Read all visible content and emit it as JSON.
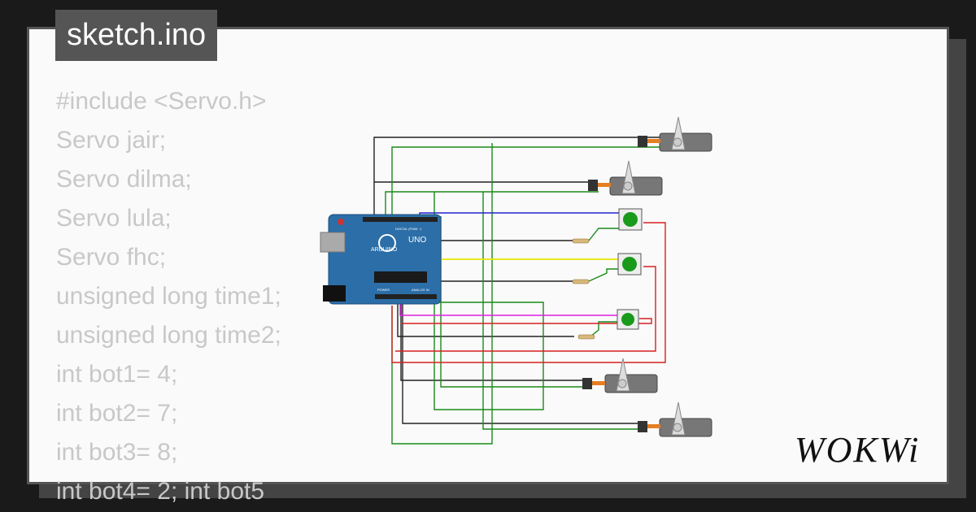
{
  "header": {
    "title": "sketch.ino"
  },
  "code_lines": [
    "#include <Servo.h>",
    "Servo jair;",
    "Servo dilma;",
    "Servo lula;",
    "Servo fhc;",
    "unsigned long time1;",
    "unsigned long time2;",
    "int bot1= 4;",
    "int bot2= 7;",
    "int bot3= 8;",
    "int bot4= 2; int bot5"
  ],
  "board": {
    "brand": "ARDUINO",
    "model": "UNO",
    "pin_header_label": "DIGITAL (PWM ~)",
    "analog_label": "ANALOG IN",
    "power_label": "POWER"
  },
  "logo": {
    "text": "WOKWi"
  },
  "colors": {
    "wire_black": "#222222",
    "wire_green": "#1a8a1a",
    "wire_red": "#d62020",
    "wire_blue": "#2222cc",
    "wire_yellow": "#e6e600",
    "wire_magenta": "#e020e0",
    "board_blue": "#2b6ea8",
    "button_green": "#1a9a1a"
  }
}
